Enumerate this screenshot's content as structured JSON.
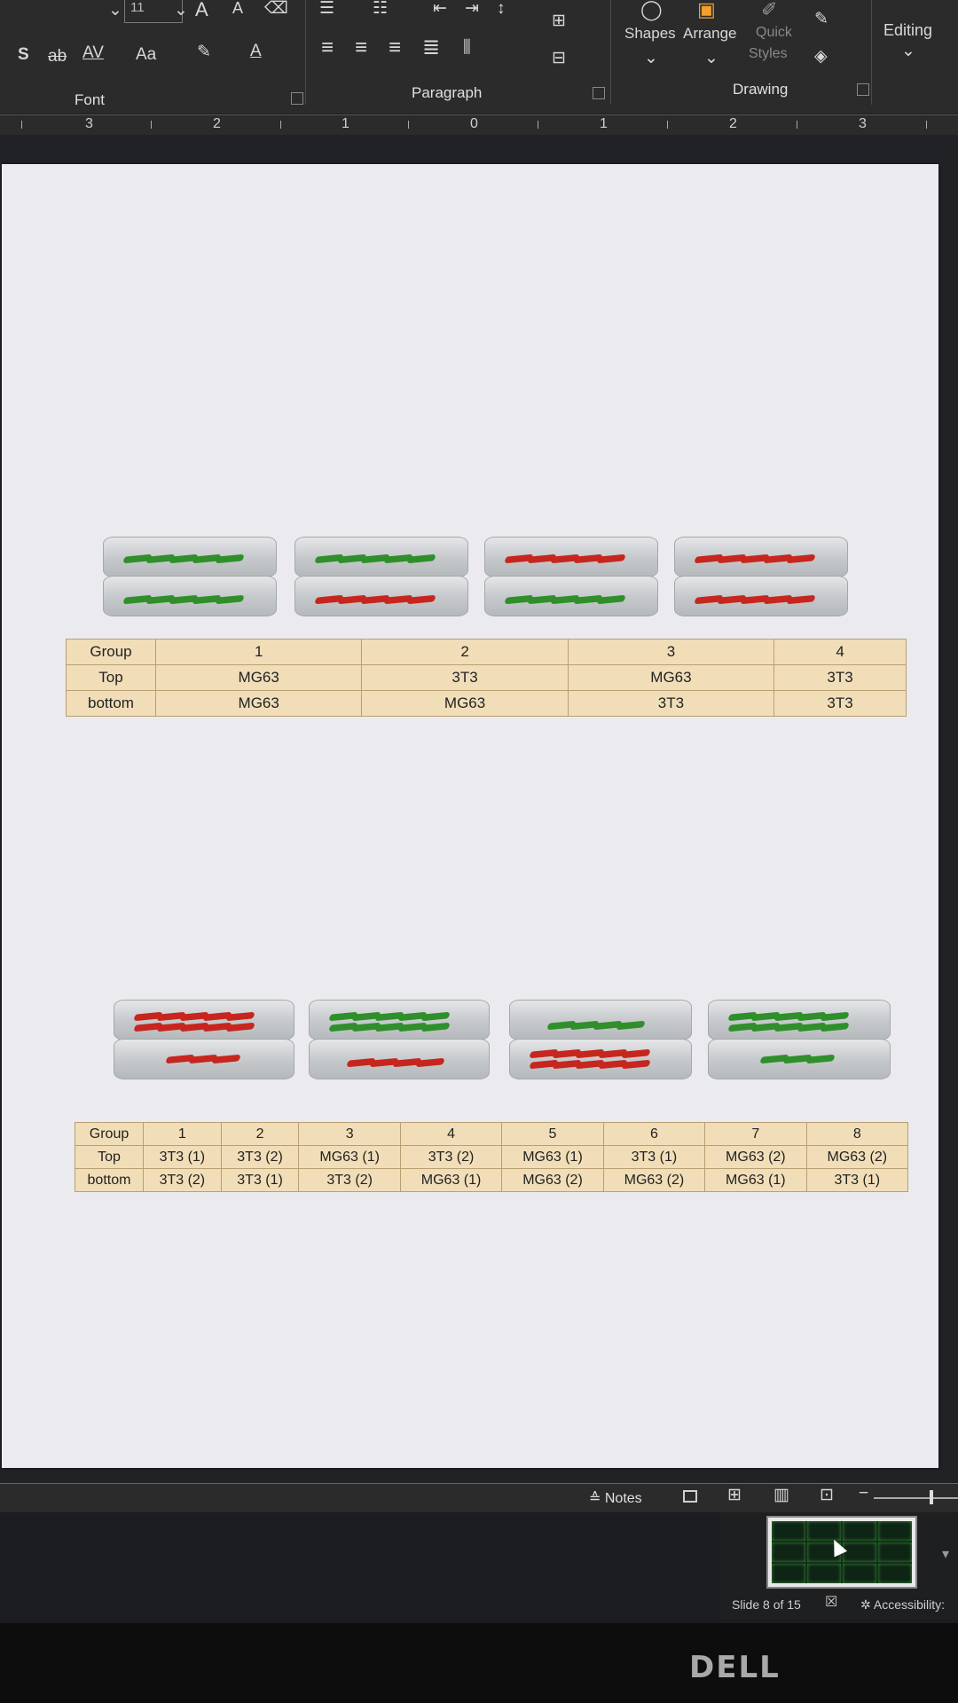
{
  "ribbon": {
    "font_size": "11",
    "font_group": "Font",
    "paragraph_group": "Paragraph",
    "drawing_group": "Drawing",
    "shapes": "Shapes",
    "arrange": "Arrange",
    "quick": "Quick",
    "styles": "Styles",
    "editing": "Editing",
    "strike_s": "S",
    "strike_ab": "ab",
    "char_spacing": "AV",
    "change_case": "Aa",
    "font_color": "A",
    "grow_font": "A",
    "shrink_font": "A"
  },
  "ruler": {
    "labels": [
      "3",
      "2",
      "1",
      "0",
      "1",
      "2",
      "3"
    ]
  },
  "slide": {
    "table1": {
      "header": [
        "Group",
        "1",
        "2",
        "3",
        "4"
      ],
      "rows": [
        [
          "Top",
          "MG63",
          "3T3",
          "MG63",
          "3T3"
        ],
        [
          "bottom",
          "MG63",
          "MG63",
          "3T3",
          "3T3"
        ]
      ]
    },
    "table2": {
      "header": [
        "Group",
        "1",
        "2",
        "3",
        "4",
        "5",
        "6",
        "7",
        "8"
      ],
      "rows": [
        [
          "Top",
          "3T3 (1)",
          "3T3 (2)",
          "MG63 (1)",
          "3T3 (2)",
          "MG63 (1)",
          "3T3 (1)",
          "MG63 (2)",
          "MG63 (2)"
        ],
        [
          "bottom",
          "3T3 (2)",
          "3T3 (1)",
          "3T3 (2)",
          "MG63 (1)",
          "MG63 (2)",
          "MG63 (2)",
          "MG63 (1)",
          "3T3 (1)"
        ]
      ]
    }
  },
  "status": {
    "notes": "Notes",
    "slide_counter": "Slide 8 of 15",
    "accessibility": "Accessibility:"
  },
  "monitor": {
    "brand": "DELL"
  },
  "colors": {
    "green_cells": "#2f8f2a",
    "red_cells": "#c7261e",
    "table_fill": "#f1deb8"
  }
}
